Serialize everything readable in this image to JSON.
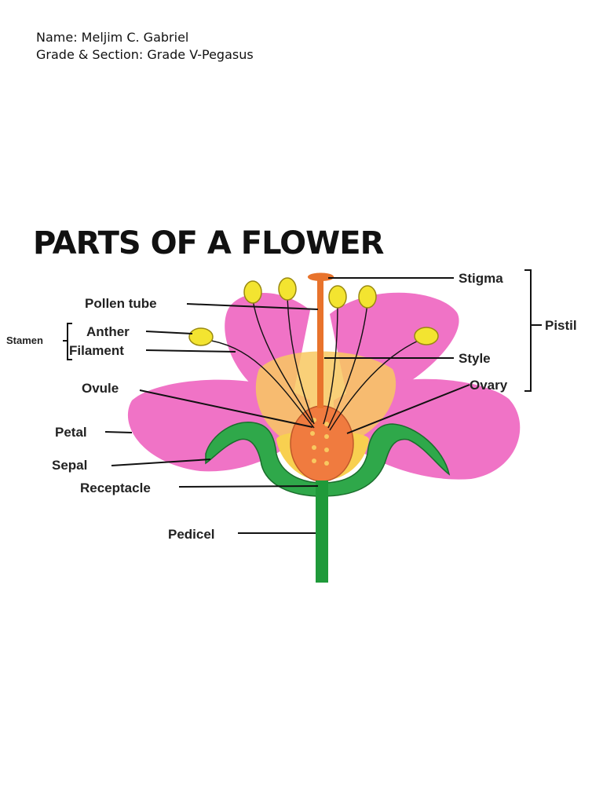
{
  "student": {
    "name_line": "Name: Meljim C. Gabriel",
    "section_line": "Grade & Section: Grade V-Pegasus"
  },
  "diagram": {
    "title": "PARTS OF A FLOWER",
    "labels": {
      "stigma": "Stigma",
      "pistil": "Pistil",
      "style": "Style",
      "ovary": "Ovary",
      "pollen_tube": "Pollen tube",
      "stamen": "Stamen",
      "anther": "Anther",
      "filament": "Filament",
      "ovule": "Ovule",
      "petal": "Petal",
      "sepal": "Sepal",
      "receptacle": "Receptacle",
      "pedicel": "Pedicel"
    },
    "colors": {
      "petal": "#f073c6",
      "petal_inner": "#f8c860",
      "sepal": "#2fa84a",
      "ovary": "#f07b3f",
      "style": "#e8732c",
      "anther": "#f3e430",
      "pedicel": "#1f9a3a"
    }
  }
}
